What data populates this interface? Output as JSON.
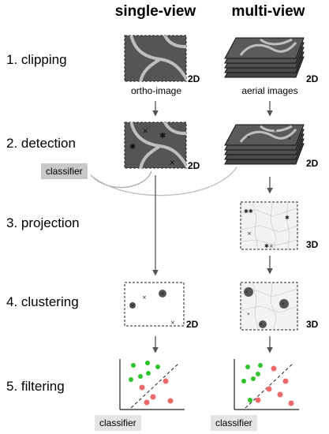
{
  "headers": {
    "single": "single-view",
    "multi": "multi-view"
  },
  "steps": [
    "1. clipping",
    "2. detection",
    "3. projection",
    "4. clustering",
    "5. filtering"
  ],
  "dim": {
    "d2": "2D",
    "d3": "3D"
  },
  "captions": {
    "ortho": "ortho-image",
    "aerial": "aerial images"
  },
  "classifier": "classifier",
  "colors": {
    "road_bg": "#555555",
    "road": "#bfbfbf",
    "green": "#2ec22e",
    "red": "#ef6b6b",
    "arrow": "#555555"
  }
}
